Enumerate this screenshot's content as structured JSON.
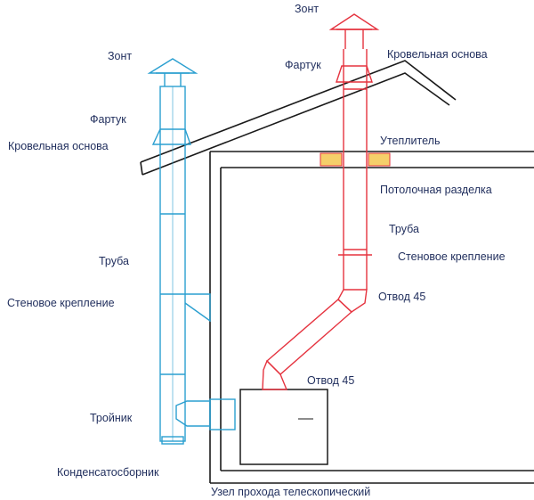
{
  "colors": {
    "blue_chimney": "#2a9fd0",
    "red_chimney": "#e5333f",
    "house": "#1a1a1a",
    "insulation": "#f5cf6a",
    "text": "#1f2d5c"
  },
  "left_labels": {
    "umbrella": "Зонт",
    "apron": "Фартук",
    "roof_base": "Кровельная основа",
    "pipe": "Труба",
    "wall_mount": "Стеновое крепление",
    "tee": "Тройник",
    "condensate": "Конденсатосборник"
  },
  "right_labels": {
    "umbrella": "Зонт",
    "apron": "Фартук",
    "roof_base": "Кровельная основа",
    "insulation": "Утеплитель",
    "ceiling_pass": "Потолочная разделка",
    "pipe": "Труба",
    "wall_mount": "Стеновое крепление",
    "elbow_top": "Отвод 45",
    "elbow_bottom": "Отвод 45"
  },
  "bottom_label": "Узел прохода телескопический"
}
